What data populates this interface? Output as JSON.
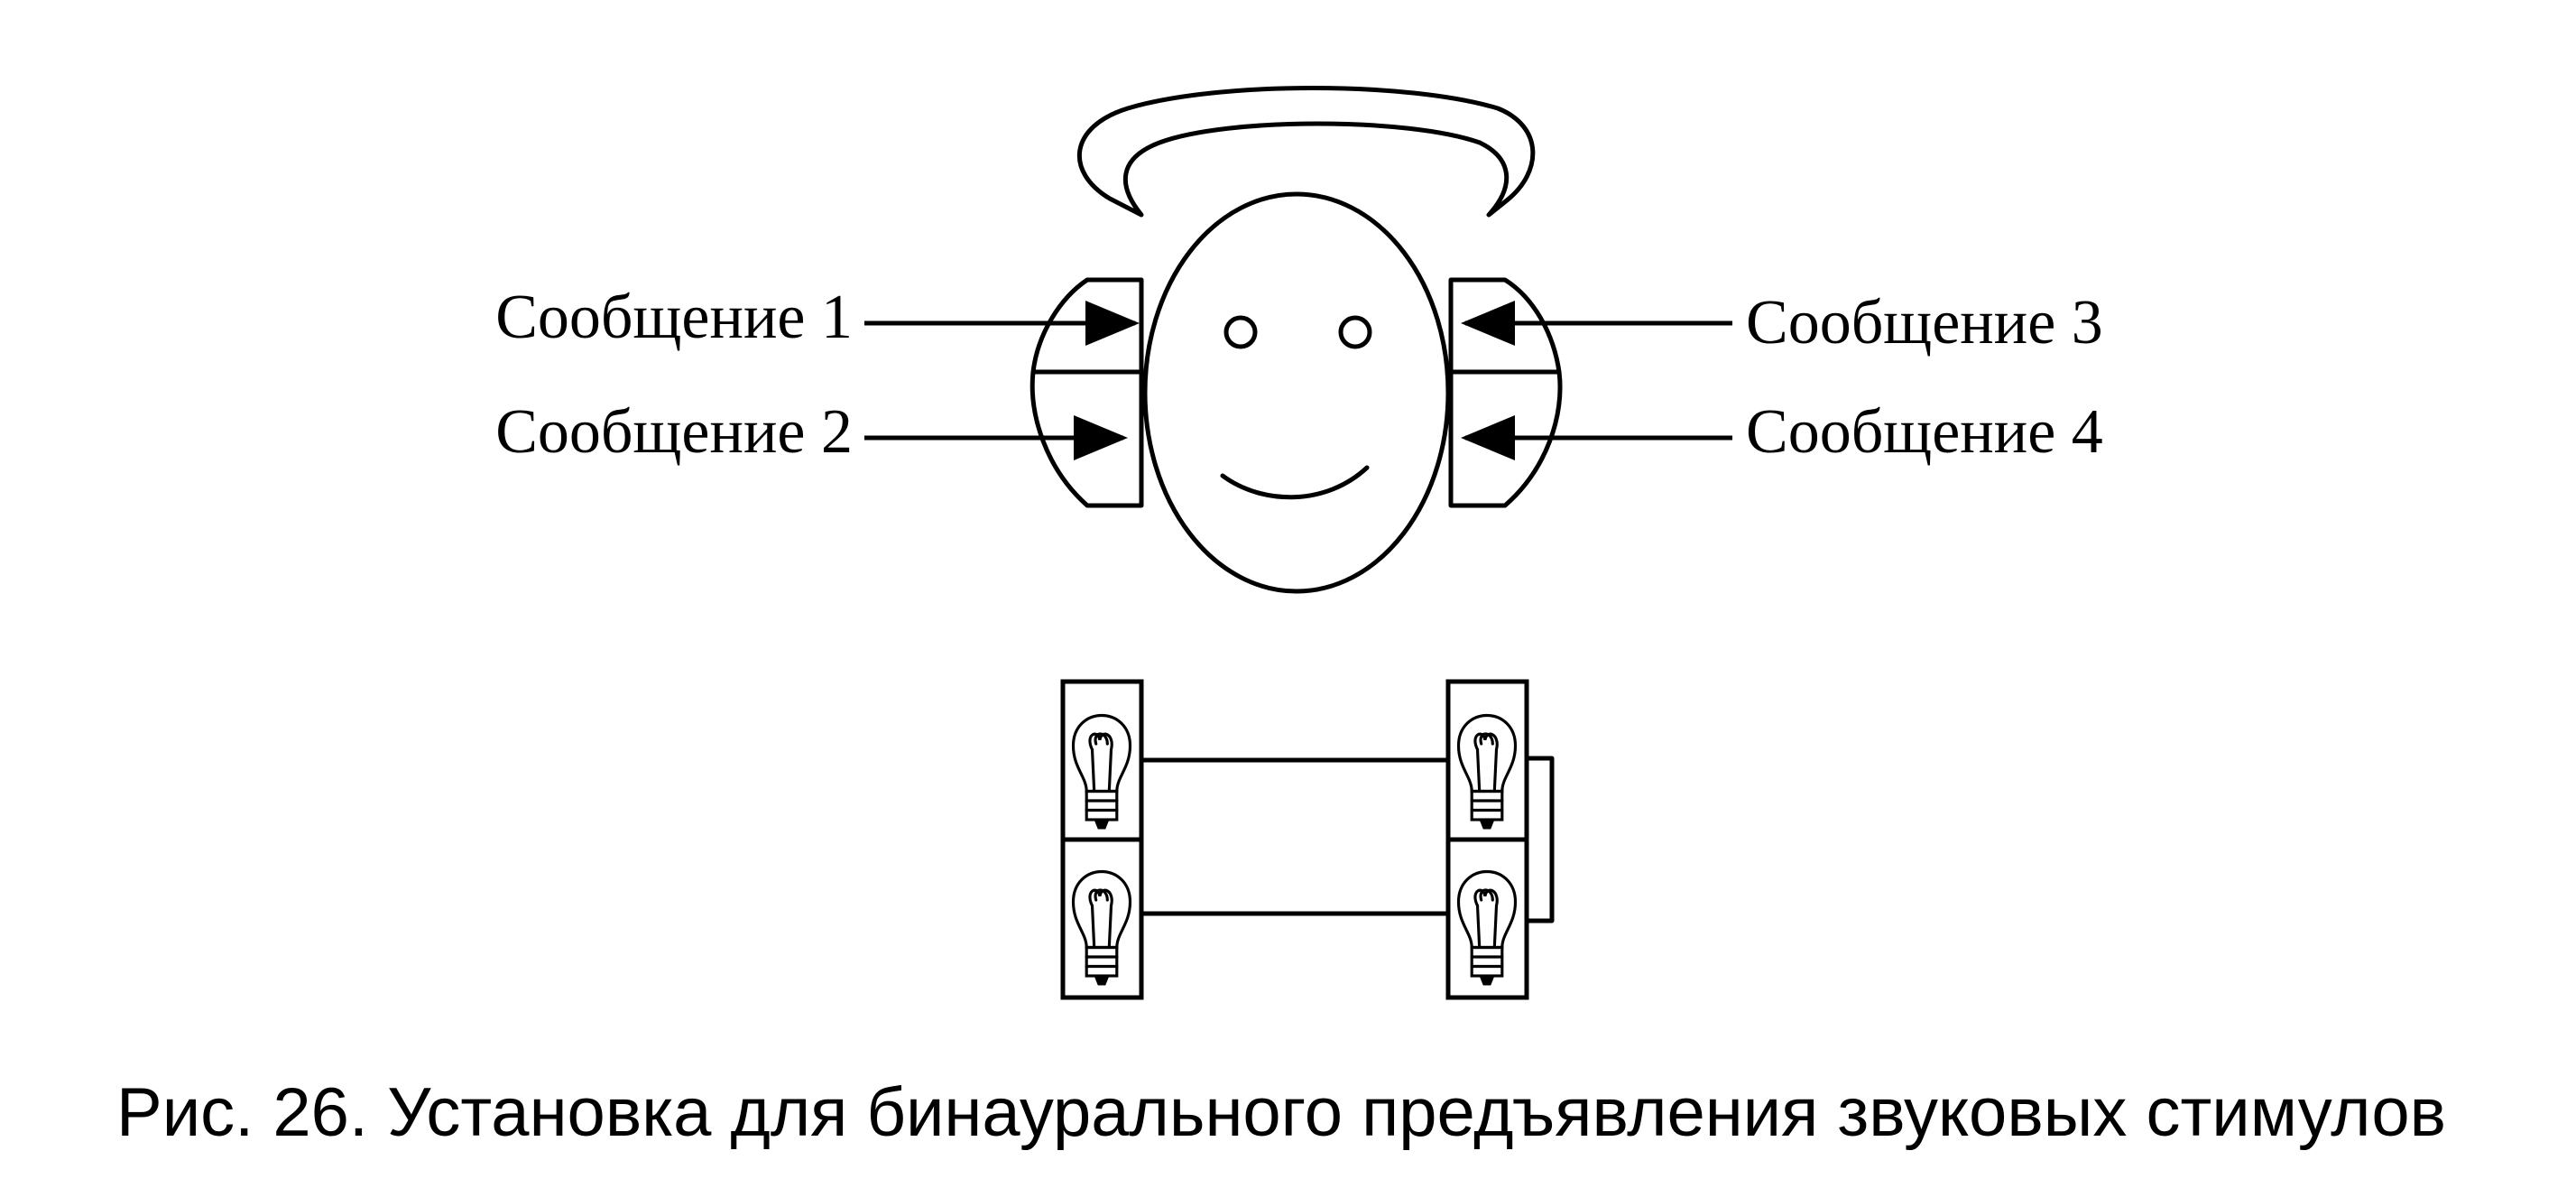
{
  "figure": {
    "messages": {
      "m1": "Сообщение 1",
      "m2": "Сообщение 2",
      "m3": "Сообщение 3",
      "m4": "Сообщение 4"
    },
    "caption": "Рис. 26. Установка для бинаурального предъявления звуковых стимулов"
  }
}
